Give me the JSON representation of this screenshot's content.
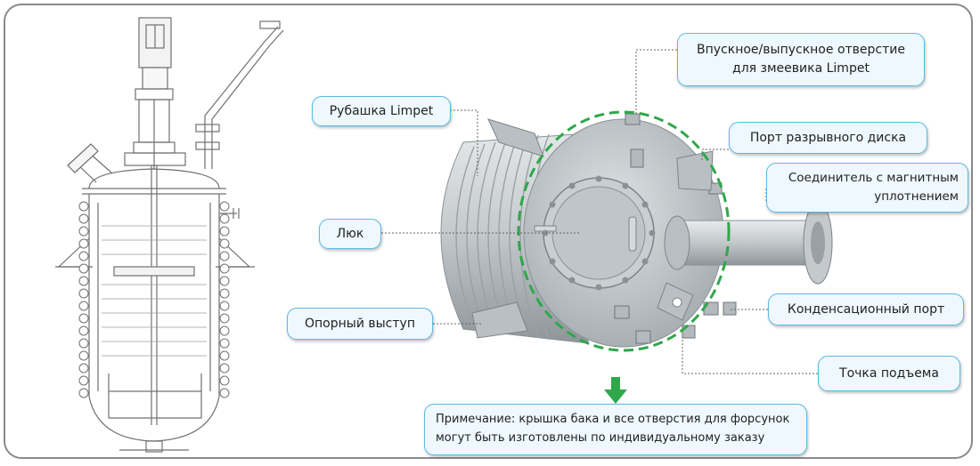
{
  "colors": {
    "callout_fill": "#eef8fe",
    "callout_border": "#59b9e6",
    "ring": "#2ea84a",
    "arrow": "#2ea84a",
    "leader": "#666666",
    "vessel": "#c9cdd0",
    "drawing": "#707070"
  },
  "callouts": {
    "inlet_outlet": {
      "line1": "Впускное/выпускное отверстие",
      "line2": "для змеевика Limpet"
    },
    "jacket": "Рубашка Limpet",
    "burst_disc": "Порт разрывного диска",
    "magnetic_seal": {
      "line1": "Соединитель с магнитным",
      "line2": "уплотнением"
    },
    "manhole": "Люк",
    "condensation": "Конденсационный порт",
    "support_lug": "Опорный выступ",
    "lifting_point": "Точка подъема",
    "note": {
      "line1": "Примечание: крышка бака и все отверстия для форсунок",
      "line2": "могут быть изготовлены по индивидуальному заказу"
    }
  },
  "icons": {
    "down_arrow": "arrow-down-icon"
  }
}
